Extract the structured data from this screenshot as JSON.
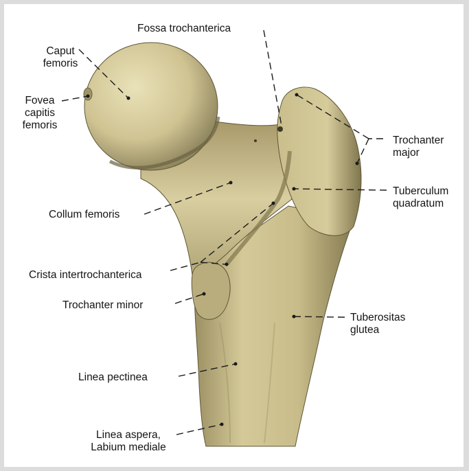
{
  "figure": {
    "labels": {
      "fossa_trochanterica": "Fossa trochanterica",
      "caput_femoris": [
        "Caput",
        "femoris"
      ],
      "fovea_capitis_femoris": [
        "Fovea",
        "capitis",
        "femoris"
      ],
      "trochanter_major": [
        "Trochanter",
        "major"
      ],
      "tuberculum_quadratum": [
        "Tuberculum",
        "quadratum"
      ],
      "collum_femoris": "Collum femoris",
      "crista_intertrochanterica": "Crista intertrochanterica",
      "trochanter_minor": "Trochanter minor",
      "tuberositas_glutea": [
        "Tuberositas",
        "glutea"
      ],
      "linea_pectinea": "Linea pectinea",
      "linea_aspera": [
        "Linea aspera,",
        "Labium mediale"
      ]
    },
    "colors": {
      "bone_light": "#d9cfa0",
      "bone_mid": "#b5a878",
      "bone_dark": "#6f6744",
      "leader": "#1a1a1a"
    }
  }
}
